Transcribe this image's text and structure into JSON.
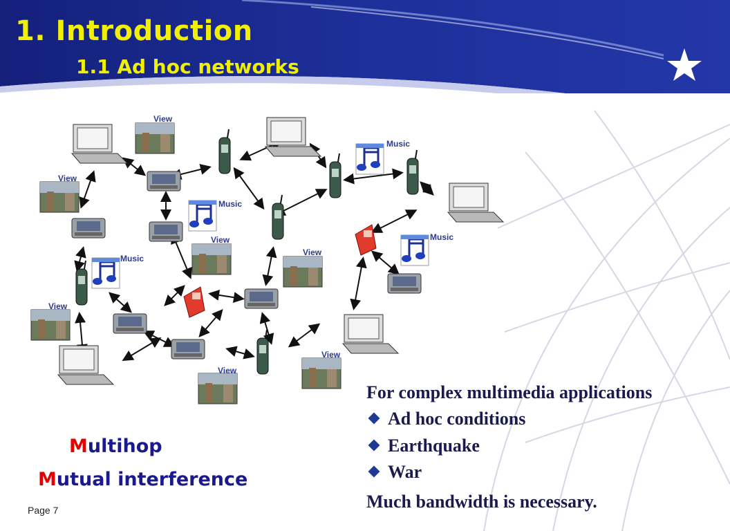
{
  "header": {
    "title": "1. Introduction",
    "subtitle": "1.1  Ad hoc networks"
  },
  "diagram": {
    "label_view": "View",
    "label_music": "Music"
  },
  "left_notes": {
    "multihop_first": "M",
    "multihop_rest": "ultihop",
    "mutual_first": "M",
    "mutual_rest": "utual  interference"
  },
  "right_notes": {
    "heading": "For complex multimedia applications",
    "bullets": [
      "Ad hoc conditions",
      "Earthquake",
      "War"
    ],
    "footer": "Much bandwidth is necessary."
  },
  "page_label": "Page 7",
  "colors": {
    "header_blue": "#1b2b8f",
    "title_yellow": "#f0f000",
    "highlight_red": "#e60000",
    "text_navy": "#1a1a4e"
  }
}
